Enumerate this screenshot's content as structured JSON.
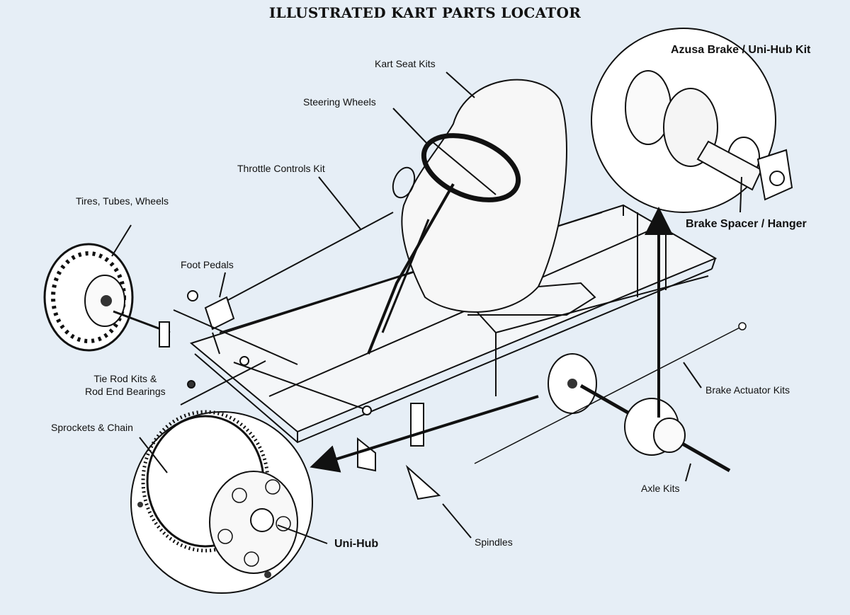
{
  "title": "ILLUSTRATED KART PARTS LOCATOR",
  "labels": {
    "kart_seat_kits": "Kart Seat Kits",
    "steering_wheels": "Steering Wheels",
    "throttle_controls_kit": "Throttle Controls Kit",
    "tires_tubes_wheels": "Tires, Tubes, Wheels",
    "foot_pedals": "Foot Pedals",
    "tie_rod_kits": "Tie Rod Kits &\nRod End Bearings",
    "sprockets_chain": "Sprockets & Chain",
    "uni_hub": "Uni-Hub",
    "spindles": "Spindles",
    "axle_kits": "Axle Kits",
    "brake_actuator_kits": "Brake Actuator Kits",
    "azusa_brake": "Azusa Brake / Uni-Hub Kit",
    "brake_spacer": "Brake Spacer / Hanger"
  },
  "colors": {
    "background": "#e6eef6",
    "ink": "#111111"
  }
}
